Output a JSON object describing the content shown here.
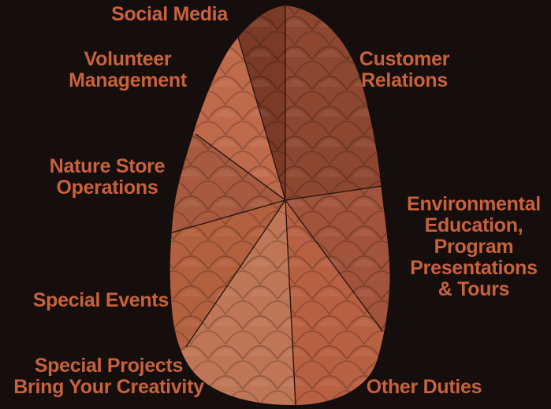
{
  "colors": {
    "background": "#160e0c",
    "label": "#c8623c",
    "divider": "#2a1712",
    "segment_fills": [
      "#7a3a26",
      "#c06a4c",
      "#a1533b",
      "#b3603f",
      "#bf7656",
      "#b86042",
      "#8d4730"
    ]
  },
  "diagram": {
    "segments": [
      {
        "id": "social-media",
        "lines": [
          "Social Media"
        ]
      },
      {
        "id": "customer-relations",
        "lines": [
          "Customer",
          "Relations"
        ]
      },
      {
        "id": "environmental-education",
        "lines": [
          "Environmental",
          "Education,",
          "Program",
          "Presentations",
          "& Tours"
        ]
      },
      {
        "id": "other-duties",
        "lines": [
          "Other Duties"
        ]
      },
      {
        "id": "special-projects",
        "lines": [
          "Special Projects",
          "Bring Your Creativity"
        ]
      },
      {
        "id": "special-events",
        "lines": [
          "Special Events"
        ]
      },
      {
        "id": "nature-store",
        "lines": [
          "Nature Store",
          "Operations"
        ]
      },
      {
        "id": "volunteer-management",
        "lines": [
          "Volunteer",
          "Management"
        ]
      }
    ]
  }
}
